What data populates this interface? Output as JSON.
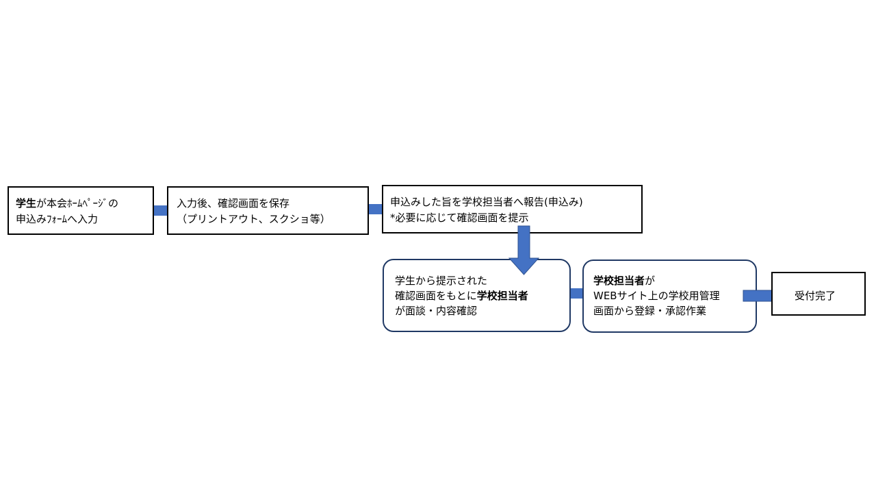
{
  "steps": {
    "step1": {
      "line1_bold": "学生",
      "line1_rest": "が本会ﾎｰﾑﾍﾟｰｼﾞの",
      "line2": "申込みﾌｫｰﾑへ入力"
    },
    "step2": {
      "line1": "入力後、確認画面を保存",
      "line2": "（プリントアウト、スクショ等）"
    },
    "step3": {
      "line1": "申込みした旨を学校担当者へ報告(申込み)",
      "line2": "*必要に応じて確認画面を提示"
    },
    "step4": {
      "line1": "学生から提示された",
      "line2_pre": "確認画面をもとに",
      "line2_bold": "学校担当者",
      "line3": "が面談・内容確認"
    },
    "step5": {
      "line1_bold": "学校担当者",
      "line1_rest": "が",
      "line2": "WEBサイト上の学校用管理",
      "line3": "画面から登録・承認作業"
    },
    "step6": {
      "label": "受付完了"
    }
  },
  "colors": {
    "connector": "#4472c4",
    "rounded_border": "#1f3864"
  }
}
